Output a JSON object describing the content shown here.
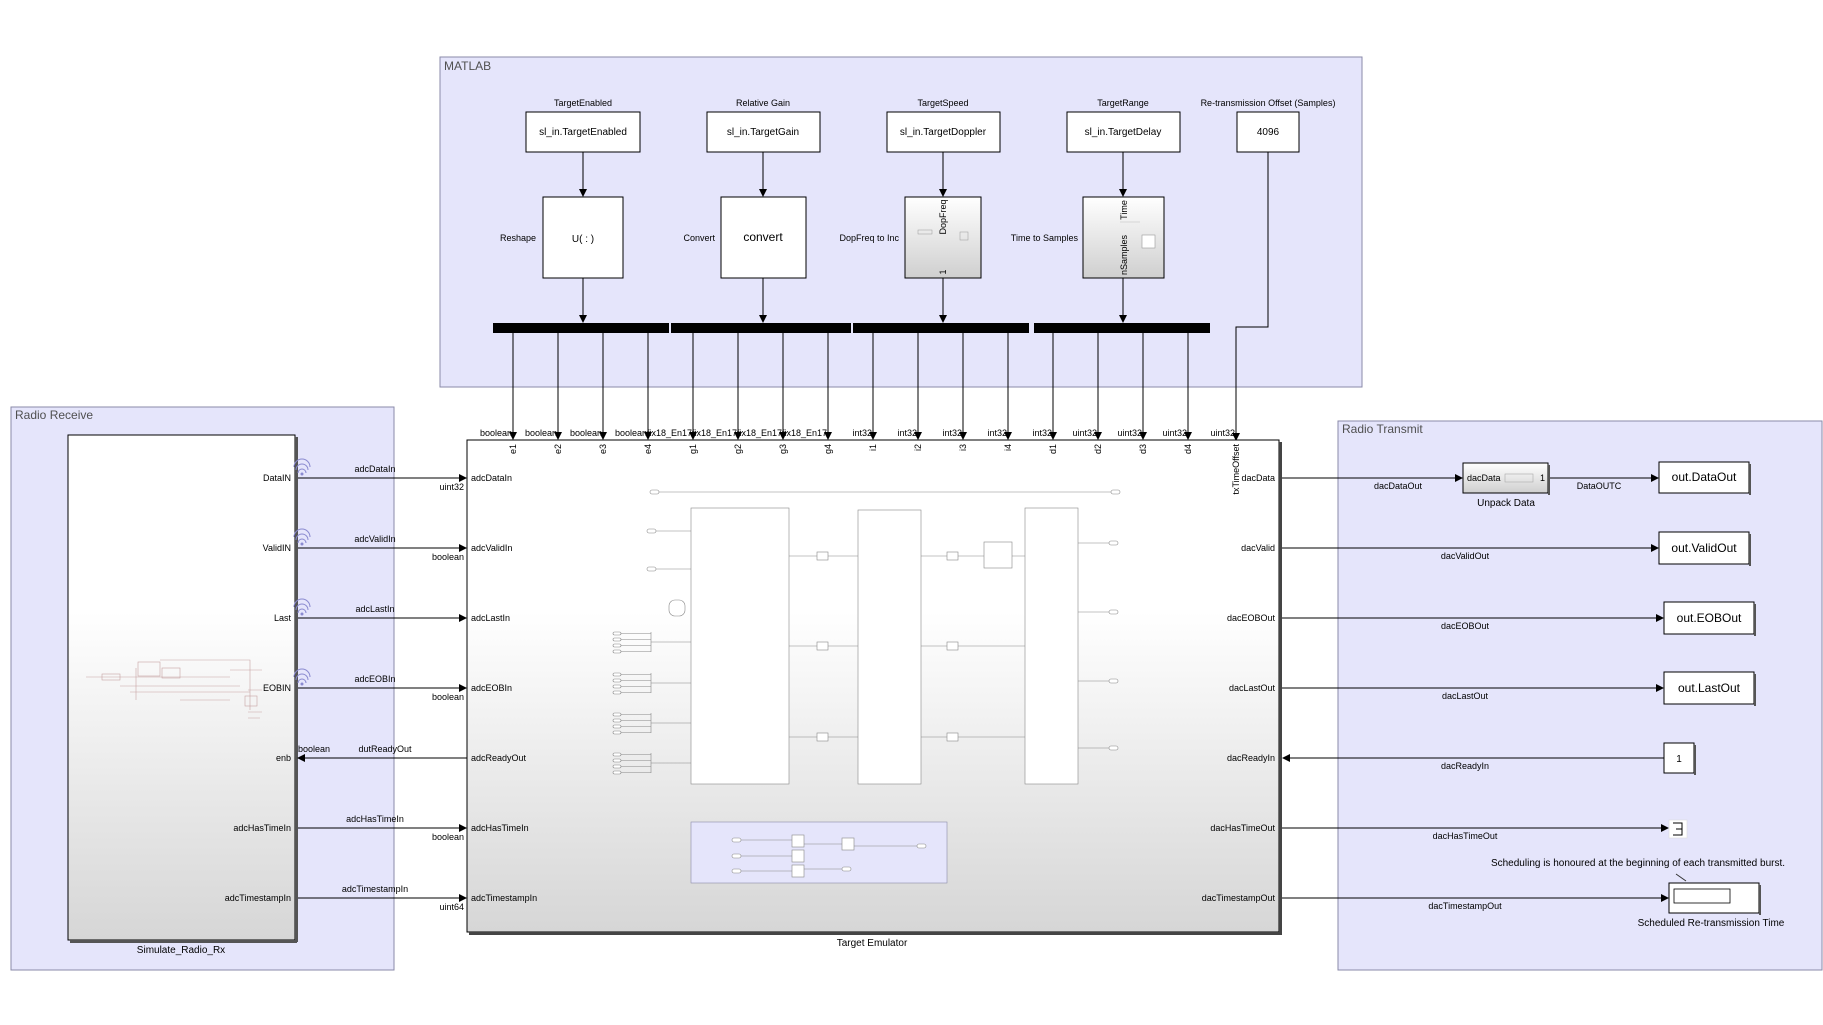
{
  "areas": {
    "matlab": "MATLAB",
    "radio_receive": "Radio Receive",
    "radio_transmit": "Radio Transmit"
  },
  "constant_titles": [
    "TargetEnabled",
    "Relative Gain",
    "TargetSpeed",
    "TargetRange",
    "Re-transmission Offset (Samples)"
  ],
  "constant_values": [
    "sl_in.TargetEnabled",
    "sl_in.TargetGain",
    "sl_in.TargetDoppler",
    "sl_in.TargetDelay",
    "4096"
  ],
  "function_blocks": [
    {
      "label": "Reshape",
      "content": "U( : )"
    },
    {
      "label": "Convert",
      "content": "convert"
    },
    {
      "label": "DopFreq to Inc",
      "content": "DopFreq",
      "port_out": "1"
    },
    {
      "label": "Time to Samples",
      "content": "Time",
      "port_out": "nSamples"
    }
  ],
  "bus_ports": [
    "e1",
    "e2",
    "e3",
    "e4",
    "g1",
    "g2",
    "g3",
    "g4",
    "i1",
    "i2",
    "i3",
    "i4",
    "d1",
    "d2",
    "d3",
    "d4",
    "txTimeOffset"
  ],
  "bus_types": [
    "boolean",
    "boolean",
    "boolean",
    "boolean",
    "fix18_En17",
    "fix18_En17",
    "fix18_En17",
    "fix18_En17",
    "int32",
    "int32",
    "int32",
    "int32",
    "int32",
    "uint32",
    "uint32",
    "uint32",
    "uint32"
  ],
  "rx": {
    "block_name": "Simulate_Radio_Rx",
    "ports": [
      "DataIN",
      "ValidIN",
      "Last",
      "EOBIN",
      "enb",
      "adcHasTimeIn",
      "adcTimestampIn"
    ],
    "signals": [
      "adcDataIn",
      "adcValidIn",
      "adcLastIn",
      "adcEOBIn",
      "dutReadyOut",
      "adcHasTimeIn",
      "adcTimestampIn"
    ],
    "types": [
      "uint32",
      "boolean",
      "",
      "boolean",
      "boolean",
      "boolean",
      "uint64"
    ]
  },
  "emulator": {
    "name": "Target Emulator",
    "in_ports": [
      "adcDataIn",
      "adcValidIn",
      "adcLastIn",
      "adcEOBIn",
      "adcReadyOut",
      "adcHasTimeIn",
      "adcTimestampIn"
    ],
    "out_ports": [
      "dacData",
      "dacValid",
      "dacEOBOut",
      "dacLastOut",
      "dacReadyIn",
      "dacHasTimeOut",
      "dacTimestampOut"
    ]
  },
  "tx": {
    "signals": [
      "dacDataOut",
      "dacValidOut",
      "dacEOBOut",
      "dacLastOut",
      "dacReadyIn",
      "dacHasTimeOut",
      "dacTimestampOut"
    ],
    "unpack_label": "Unpack Data",
    "unpack_in": "dacData",
    "unpack_out": "1",
    "data_outc": "DataOUTC",
    "outputs": [
      "out.DataOut",
      "out.ValidOut",
      "out.EOBOut",
      "out.LastOut"
    ],
    "const_one": "1",
    "annotation": "Scheduling is honoured at the beginning of each transmitted burst.",
    "scheduled_label": "Scheduled Re-transmission Time"
  },
  "colors": {
    "area_fill": "#e5e5fb",
    "area_stroke": "#8a8aa8",
    "gradient_top": "#ffffff",
    "gradient_bottom": "#d9d9d9"
  }
}
